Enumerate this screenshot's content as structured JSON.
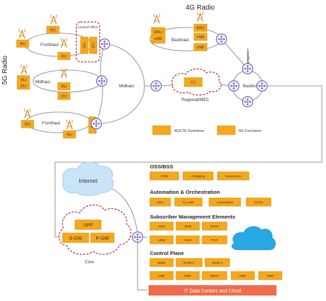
{
  "diagram": {
    "title_4g": "4G Radio",
    "title_5g": "5G Radio",
    "labels": {
      "ru": "RU",
      "du": "DU",
      "cu": "CU",
      "rru": "RRU",
      "enb": "eNB",
      "fronthaul": "Fronthaul",
      "midhaul": "Midhaul",
      "backhaul": "Backhaul",
      "aggregation": "Aggregation",
      "central_office": "Central Office",
      "regional_mec": "Regional/MEC",
      "internet": "Internet",
      "core": "Core",
      "upf": "UPF",
      "sgw": "S-GW",
      "pgw": "P-GW"
    },
    "legend": {
      "lte": "4G/LTE Functions",
      "nr": "5G Functions"
    },
    "sections": {
      "oss": {
        "title": "OSS/BSS",
        "items": [
          "CRM",
          "Charging",
          "Assurance"
        ]
      },
      "automation": {
        "title": "Automation & Orchestration",
        "items": [
          "SDC",
          "CLAMP",
          "Automation",
          "CI/CD"
        ]
      },
      "subscriber": {
        "title": "Subscriber Management Elements",
        "items": [
          "HSS",
          "UDR",
          "PCRF",
          "UDM",
          "AUSF",
          "PCF"
        ]
      },
      "control": {
        "title": "Control Plane",
        "items": [
          "MME",
          "PGW-C",
          "SGW-C",
          "AMF",
          "SMF",
          "NSSF",
          "NEF",
          "NRF"
        ]
      }
    },
    "it_bar": "IT Data Centers and Cloud",
    "colors": {
      "function_box": "#f6a81c",
      "box_border": "#d88c10",
      "router": "#6e5fbf",
      "link": "#9a9a9a",
      "dashed": "#b5243a",
      "cloud": "#29a7e1",
      "internet_cloud": "#c9e4f7",
      "it_bar": "#ef6c4c",
      "tower": "#d6882c"
    }
  }
}
